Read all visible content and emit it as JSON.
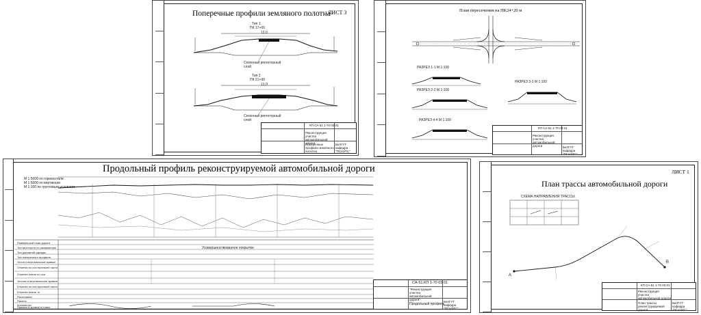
{
  "sheets": {
    "cross_sections": {
      "title": "Поперечные профили земляного полотна",
      "sheet_label": "ЛИСТ 3",
      "type1": "Тип 1",
      "type1_pk": "ПК 17+00",
      "type2": "Тип 2",
      "type2_pk": "ПК 21+90",
      "layer_note": "Сезонный регенторный слой",
      "doc_code": "КП СА-51 1-70 03 01",
      "stamp_title": "Реконструкция участка автомобильной дороги",
      "stamp_sub": "Поперечные профили земляного полотна",
      "org": "БелГУТ кафедра \"ПСиЭТС\"",
      "width": "12,0"
    },
    "intersection": {
      "title": "План пересечения на ПК24+20 м",
      "doc_code": "КП СА-51 1-70 03 01",
      "stamp_title": "Реконструкция участка автомобильной дороги",
      "org": "БелГУТ кафедра \"ПСиЭТС\"",
      "sections": [
        "РАЗРЕЗ 1-1 М 1:100",
        "РАЗРЕЗ 2-2 М 1:100",
        "РАЗРЕЗ 3-3 М 1:100",
        "РАЗРЕЗ 4-4 М 1:100"
      ]
    },
    "longitudinal": {
      "title": "Продольный профиль реконструируемой автомобильной дороги",
      "doc_code": "СА-51.КП 1-70 03 01",
      "stamp_title": "\"Реконструкция участка автомобильной дороги\"",
      "stamp_sub": "Продольный профиль",
      "org": "БелГУТ кафедра \"ПСиЭТС\"",
      "scales": [
        "М 1:5000 по горизонтали",
        "М 1:5000 по вертикали",
        "М 1:100 по грунтовым условиям"
      ],
      "rows": [
        "Развернутый план дороги",
        "Тип местности по увлажнению",
        "Тип дорожной одежды",
        "Тип поперечного профиля",
        "Уклон и вертикальные кривые",
        "Отметки по оси проезжей части",
        "Отметки земли по оси",
        "Уклоны и вертикальные кривые",
        "Отметки по оси проезжей части",
        "Отметки земли, м",
        "Расстояния",
        "Пикеты",
        "Километры",
        "Прямые и кривые в плане"
      ],
      "pavement": "Усовершенствованное покрытие"
    },
    "route_plan": {
      "sheet_label": "ЛИСТ 1",
      "title": "План трассы автомобильной дороги",
      "scheme_label": "СХЕМА НАПРАВЛЕНИЯ ТРАССЫ",
      "doc_code": "КП СА-51 1-70 03 01",
      "stamp_title": "Реконструкция участка автомобильной дороги",
      "stamp_sub": "План трассы реконструируемой дороги",
      "org": "БелГУТ кафедра \"ПСиЭТС\"",
      "point_a": "A",
      "point_b": "B"
    }
  }
}
